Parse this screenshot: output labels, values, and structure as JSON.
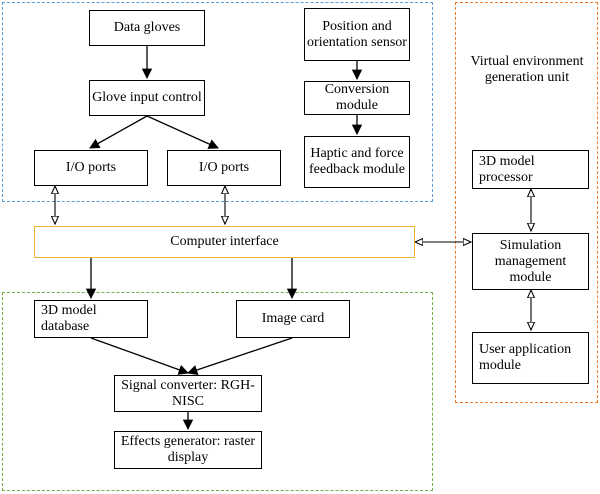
{
  "nodes": {
    "data_gloves": "Data gloves",
    "glove_input": "Glove input control",
    "io_left": "I/O ports",
    "io_right": "I/O ports",
    "position_sensor": "Position and orientation sensor",
    "conversion": "Conversion module",
    "haptic": "Haptic and force feedback module",
    "computer_interface": "Computer interface",
    "model_database": "3D model database",
    "image_card": "Image card",
    "signal_converter": "Signal converter: RGH-NISC",
    "effects_generator": "Effects generator: raster display",
    "model_processor": "3D model processor",
    "simulation": "Simulation management module",
    "user_app": "User application module"
  },
  "groups": {
    "virtual_env_title": "Virtual environment generation unit"
  },
  "colors": {
    "input_group": "#5b9bd5",
    "output_group": "#70ad47",
    "virtual_group": "#ed7d31",
    "interface_border": "#f0b030"
  }
}
